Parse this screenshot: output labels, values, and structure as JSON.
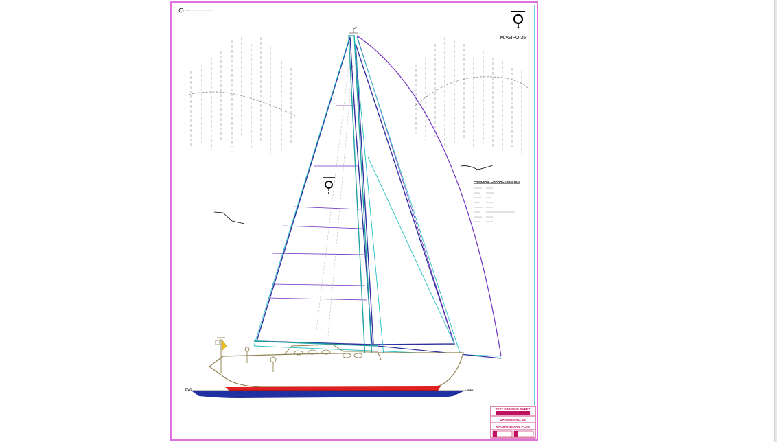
{
  "drawing": {
    "vessel_name": "MAGIPO 35'",
    "characteristics_title": "PRINCIPAL CHARACTERISTICS",
    "waterline_left": "DWL",
    "waterline_right": "DWL"
  },
  "title_block": {
    "line1": "TEST DRAWING SHEET",
    "line2": "DRAWING NO. 29",
    "line3": "MAGIPO 35 SAIL PLAN"
  },
  "colors": {
    "sheet_border": "#e070e0",
    "inner_border": "#70c8e8",
    "mast": "#20a0a0",
    "sail_luff": "#3030a0",
    "spinnaker": "#7030c0",
    "rigging": "#20c0c0",
    "bottom_paint": "#e02020",
    "water": "#2030a0",
    "title_block": "#c01060"
  }
}
